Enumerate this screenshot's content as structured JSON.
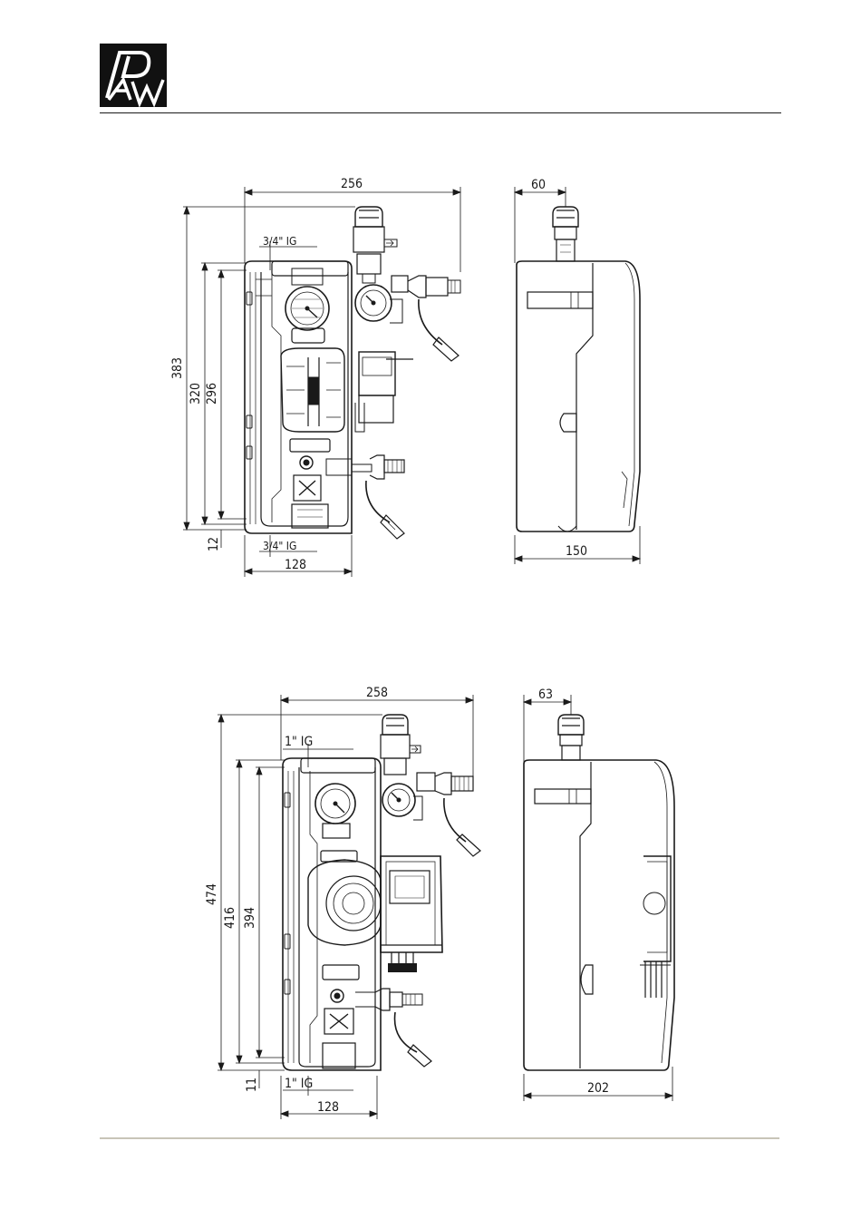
{
  "brand": {
    "logo_text": "PAW"
  },
  "figure_top": {
    "front_view": {
      "width": "256",
      "height_total": "383",
      "height_mid": "320",
      "height_inner": "296",
      "bottom_offset": "12",
      "connection_top": "3/4\" IG",
      "connection_bottom": "3/4\" IG",
      "base_width": "128"
    },
    "side_view": {
      "valve_offset": "60",
      "depth": "150"
    }
  },
  "figure_bottom": {
    "front_view": {
      "width": "258",
      "height_total": "474",
      "height_mid": "416",
      "height_inner": "394",
      "bottom_offset": "11",
      "connection_top": "1\"  IG",
      "connection_bottom": "1\"  IG",
      "base_width": "128"
    },
    "side_view": {
      "valve_offset": "63",
      "depth": "202"
    }
  }
}
